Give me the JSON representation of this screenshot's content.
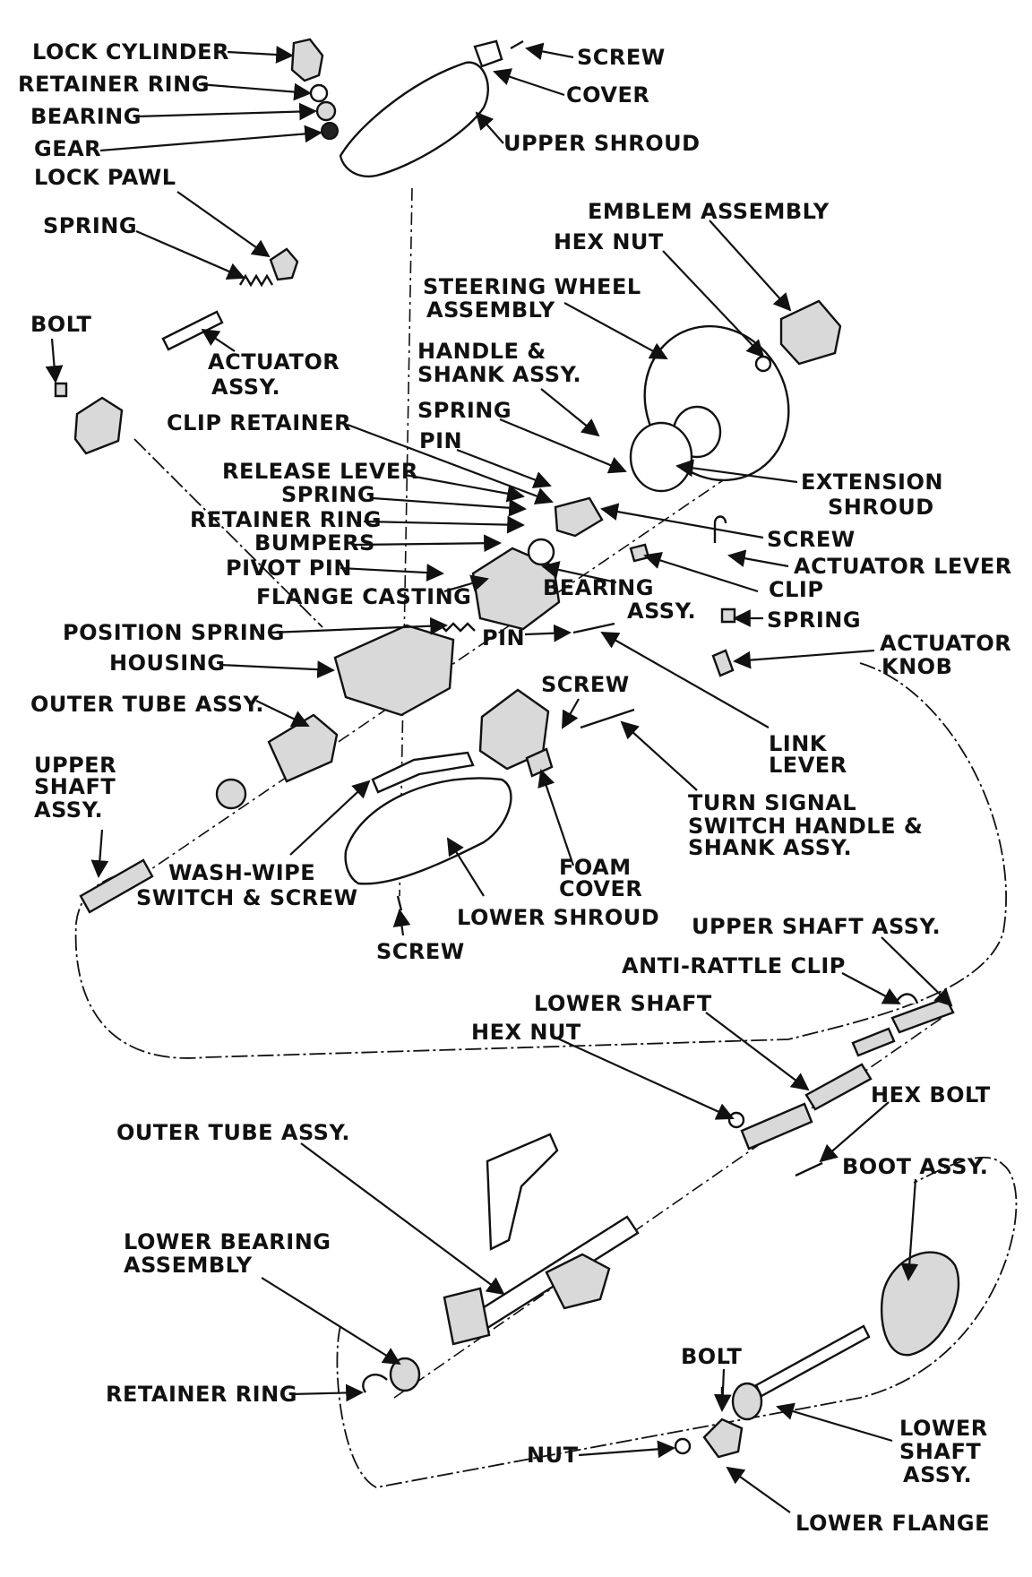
{
  "labels": {
    "lock_cylinder": "LOCK CYLINDER",
    "retainer_ring_top": "RETAINER RING",
    "bearing_top": "BEARING",
    "gear": "GEAR",
    "lock_pawl": "LOCK PAWL",
    "spring_upper_left": "SPRING",
    "bolt_left": "BOLT",
    "actuator_assy_1": "ACTUATOR",
    "actuator_assy_2": "ASSY.",
    "screw_top": "SCREW",
    "cover": "COVER",
    "upper_shroud": "UPPER SHROUD",
    "emblem_assembly": "EMBLEM ASSEMBLY",
    "hex_nut_top": "HEX NUT",
    "steering_wheel_1": "STEERING WHEEL",
    "steering_wheel_2": "ASSEMBLY",
    "handle_shank_1": "HANDLE &",
    "handle_shank_2": "SHANK ASSY.",
    "spring_mid": "SPRING",
    "pin_mid": "PIN",
    "clip_retainer": "CLIP RETAINER",
    "release_lever": "RELEASE LEVER",
    "spring_release": "SPRING",
    "retainer_ring_mid": "RETAINER RING",
    "bumpers": "BUMPERS",
    "pivot_pin": "PIVOT PIN",
    "flange_casting": "FLANGE CASTING",
    "extension_shroud_1": "EXTENSION",
    "extension_shroud_2": "SHROUD",
    "screw_right": "SCREW",
    "actuator_lever": "ACTUATOR LEVER",
    "clip_right": "CLIP",
    "bearing_assy_1": "BEARING",
    "bearing_assy_2": "ASSY.",
    "spring_right": "SPRING",
    "actuator_knob_1": "ACTUATOR",
    "actuator_knob_2": "KNOB",
    "position_spring": "POSITION SPRING",
    "pin_link": "PIN",
    "housing": "HOUSING",
    "outer_tube_upper": "OUTER TUBE ASSY.",
    "screw_mid": "SCREW",
    "link_lever_1": "LINK",
    "link_lever_2": "LEVER",
    "upper_shaft_1": "UPPER",
    "upper_shaft_2": "SHAFT",
    "upper_shaft_3": "ASSY.",
    "turn_signal_1": "TURN SIGNAL",
    "turn_signal_2": "SWITCH HANDLE &",
    "turn_signal_3": "SHANK ASSY.",
    "wash_wipe_1": "WASH-WIPE",
    "wash_wipe_2": "SWITCH & SCREW",
    "foam_cover_1": "FOAM",
    "foam_cover_2": "COVER",
    "lower_shroud": "LOWER SHROUD",
    "screw_bottom": "SCREW",
    "upper_shaft_assy_right": "UPPER SHAFT ASSY.",
    "anti_rattle_clip": "ANTI-RATTLE CLIP",
    "lower_shaft": "LOWER SHAFT",
    "hex_nut_lower": "HEX NUT",
    "hex_bolt": "HEX BOLT",
    "outer_tube_lower": "OUTER TUBE ASSY.",
    "boot_assy": "BOOT ASSY.",
    "lower_bearing_1": "LOWER BEARING",
    "lower_bearing_2": "ASSEMBLY",
    "retainer_ring_lower": "RETAINER RING",
    "bolt_lower": "BOLT",
    "lower_shaft_assy_1": "LOWER",
    "lower_shaft_assy_2": "SHAFT",
    "lower_shaft_assy_3": "ASSY.",
    "nut": "NUT",
    "lower_flange": "LOWER FLANGE"
  }
}
